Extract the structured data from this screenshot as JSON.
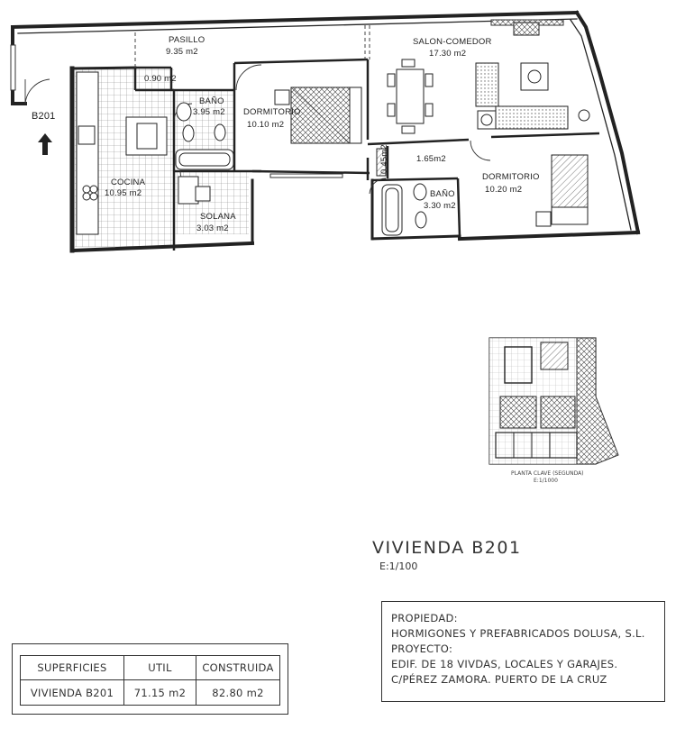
{
  "rooms": {
    "pasillo": {
      "name": "PASILLO",
      "area": "9.35 m2"
    },
    "aux": {
      "area": "0.90 m2"
    },
    "bano1": {
      "name": "BAÑO",
      "area": "3.95 m2"
    },
    "dormitorio1": {
      "name": "DORMITORIO",
      "area": "10.10 m2"
    },
    "salon": {
      "name": "SALON-COMEDOR",
      "area": "17.30 m2"
    },
    "cocina": {
      "name": "COCINA",
      "area": "10.95 m2"
    },
    "solana": {
      "name": "SOLANA",
      "area": "3.03 m2"
    },
    "closet": {
      "area": "0.45m2"
    },
    "hall": {
      "area": "1.65m2"
    },
    "bano2": {
      "name": "BAÑO",
      "area": "3.30 m2"
    },
    "dormitorio2": {
      "name": "DORMITORIO",
      "area": "10.20 m2"
    }
  },
  "entrance": {
    "label": "B201"
  },
  "keyplan": {
    "caption": "PLANTA CLAVE (SEGUNDA)",
    "scale": "E:1/1000"
  },
  "title": {
    "main": "VIVIENDA B201",
    "scale": "E:1/100"
  },
  "info_box": {
    "owner_label": "PROPIEDAD:",
    "owner": "HORMIGONES Y PREFABRICADOS DOLUSA, S.L.",
    "project_label": "PROYECTO:",
    "project": "EDIF. DE 18 VIVDAS, LOCALES Y GARAJES.",
    "address": "C/PÉREZ ZAMORA. PUERTO DE LA CRUZ"
  },
  "surfaces_table": {
    "headers": [
      "SUPERFICIES",
      "UTIL",
      "CONSTRUIDA"
    ],
    "row": [
      "VIVIENDA B201",
      "71.15 m2",
      "82.80 m2"
    ]
  }
}
